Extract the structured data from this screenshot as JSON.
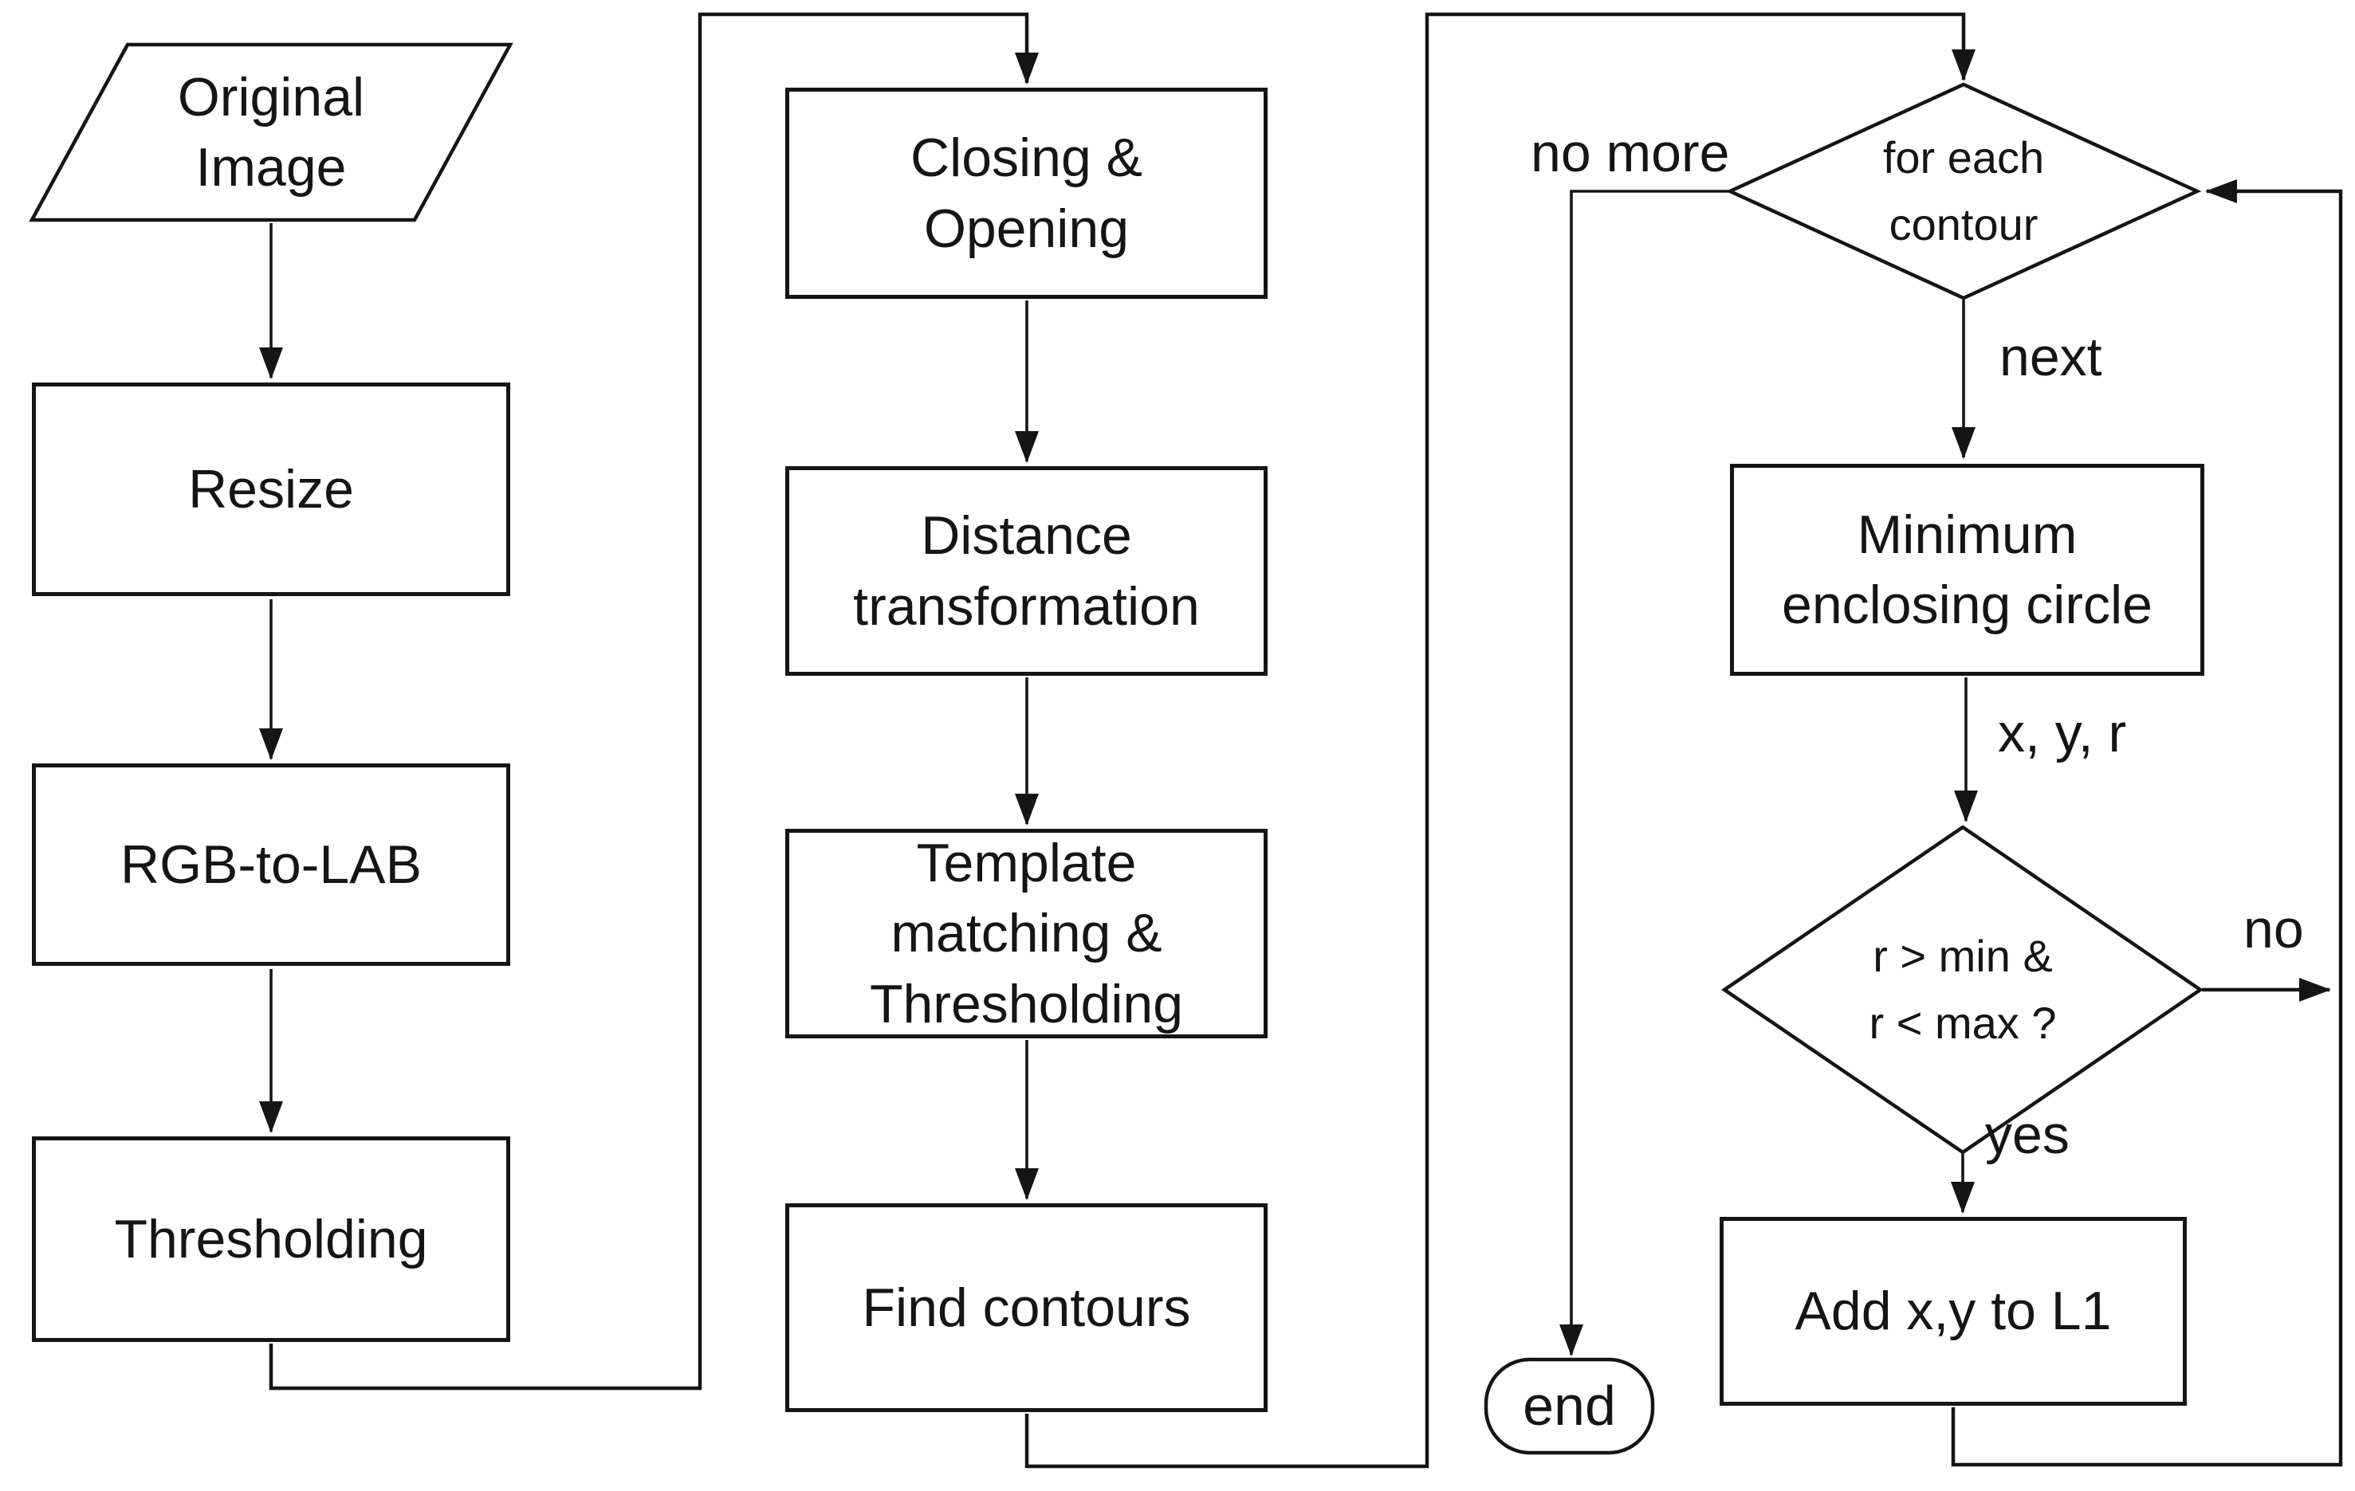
{
  "diagram": {
    "background_color": "#ffffff",
    "ink_color": "#151515",
    "nodes": {
      "original_image": {
        "shape": "parallelogram",
        "label": "Original\nImage"
      },
      "resize": {
        "shape": "process",
        "label": "Resize"
      },
      "rgb_to_lab": {
        "shape": "process",
        "label": "RGB-to-LAB"
      },
      "thresholding": {
        "shape": "process",
        "label": "Thresholding"
      },
      "closing_opening": {
        "shape": "process",
        "label": "Closing &\nOpening"
      },
      "distance_transformation": {
        "shape": "process",
        "label": "Distance\ntransformation"
      },
      "template_matching": {
        "shape": "process",
        "label": "Template\nmatching &\nThresholding"
      },
      "find_contours": {
        "shape": "process",
        "label": "Find contours"
      },
      "for_each_contour": {
        "shape": "decision",
        "label": "for each\ncontour"
      },
      "minimum_enclosing_circle": {
        "shape": "process",
        "label": "Minimum\nenclosing circle"
      },
      "radius_check": {
        "shape": "decision",
        "label": "r > min &\nr < max ?"
      },
      "add_xy_to_l1": {
        "shape": "process",
        "label": "Add x,y to L1"
      },
      "end": {
        "shape": "terminator",
        "label": "end"
      }
    },
    "edge_labels": {
      "no_more": "no more",
      "next": "next",
      "x_y_r": "x, y, r",
      "no": "no",
      "yes": "yes"
    }
  }
}
